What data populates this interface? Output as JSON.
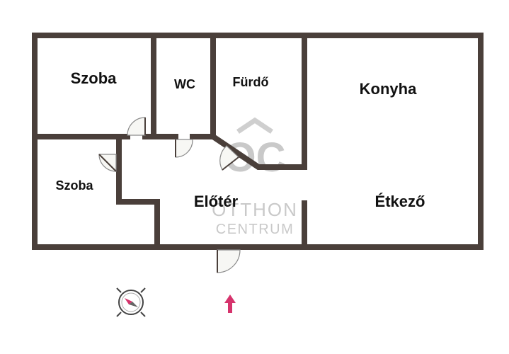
{
  "rooms": {
    "szoba_1": "Szoba",
    "wc": "WC",
    "furdo": "Fürdő",
    "konyha": "Konyha",
    "szoba_2": "Szoba",
    "eloter": "Előtér",
    "etkezo": "Étkező"
  },
  "watermark": {
    "logo": "OC",
    "line1": "OTTHON",
    "line2": "CENTRUM"
  },
  "colors": {
    "wall": "#4a3f3a",
    "arrow": "#d6336c",
    "watermark": "#c9c9c9"
  },
  "icons": {
    "compass": "compass-icon",
    "entrance_arrow": "arrow-up-icon"
  }
}
